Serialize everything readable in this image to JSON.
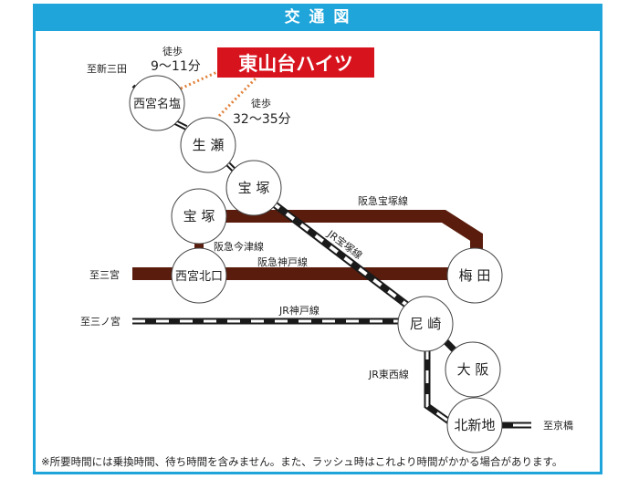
{
  "header": {
    "title": "交 通 図"
  },
  "property": {
    "name": "東山台ハイツ",
    "color": "#d7141e"
  },
  "walk": [
    {
      "label": "徒歩",
      "time": "9～11分"
    },
    {
      "label": "徒歩",
      "time": "32～35分"
    }
  ],
  "stations": {
    "nishinomiya_najio": "西宮名塩",
    "namaze": "生 瀬",
    "takarazuka_jr": "宝 塚",
    "takarazuka_hankyu": "宝 塚",
    "nishinomiya_kitaguchi": "西宮北口",
    "umeda": "梅 田",
    "amagasaki": "尼 崎",
    "osaka": "大 阪",
    "kitashinchi": "北新地"
  },
  "lines": {
    "hankyu_takarazuka": "阪急宝塚線",
    "hankyu_imazu": "阪急今津線",
    "hankyu_kobe": "阪急神戸線",
    "jr_takarazuka": "JR宝塚線",
    "jr_kobe": "JR神戸線",
    "jr_tozai": "JR東西線"
  },
  "directions": {
    "shinsanda": "至新三田",
    "sannomiya": "至三宮",
    "sannomiya_jr": "至三ノ宮",
    "kyobashi": "至京橋"
  },
  "colors": {
    "frame": "#1fa5da",
    "hankyu": "#5a1c0c",
    "jr": "#1a1a1a",
    "walk": "#e0813a"
  },
  "footnote": "※所要時間には乗換時間、待ち時間を含みません。また、ラッシュ時はこれより時間がかかる場合があります。"
}
